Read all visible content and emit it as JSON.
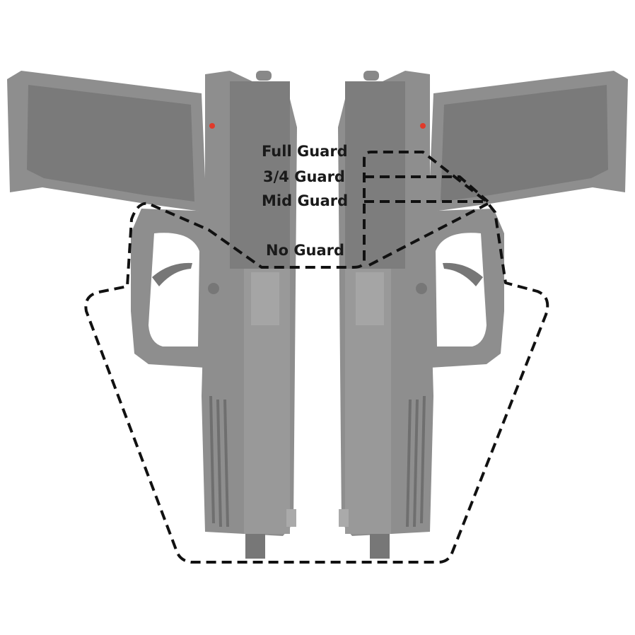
{
  "labels": {
    "full_guard": "Full Guard",
    "three_quarter_guard": "3/4 Guard",
    "mid_guard": "Mid Guard",
    "no_guard": "No Guard"
  },
  "colors": {
    "pistol_body": "#8e8e8e",
    "pistol_dark": "#6f6f6f",
    "grip_texture": "#7a7a7a",
    "dash_line": "#111111",
    "sight_dot": "#e03a2a"
  }
}
